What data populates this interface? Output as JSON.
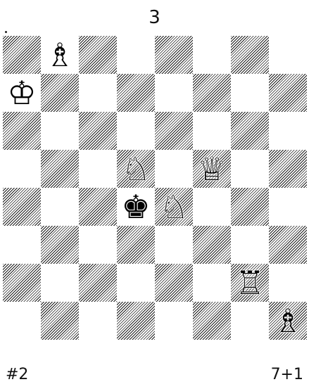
{
  "problem": {
    "number": "3",
    "stipulation": "#2",
    "piece_count": "7+1"
  },
  "board": {
    "pieces": [
      {
        "square": "b8",
        "color": "white",
        "type": "bishop",
        "icon": "white-bishop-icon",
        "glyph": "♗"
      },
      {
        "square": "a7",
        "color": "white",
        "type": "king",
        "icon": "white-king-icon",
        "glyph": "♔"
      },
      {
        "square": "d5",
        "color": "white",
        "type": "knight",
        "icon": "white-knight-icon",
        "glyph": "♘"
      },
      {
        "square": "f5",
        "color": "white",
        "type": "queen",
        "icon": "white-queen-icon",
        "glyph": "♕"
      },
      {
        "square": "d4",
        "color": "black",
        "type": "king",
        "icon": "black-king-icon",
        "glyph": "♚"
      },
      {
        "square": "e4",
        "color": "white",
        "type": "knight",
        "icon": "white-knight-icon",
        "glyph": "♘"
      },
      {
        "square": "g2",
        "color": "white",
        "type": "rook",
        "icon": "white-rook-icon",
        "glyph": "♖"
      },
      {
        "square": "h1",
        "color": "white",
        "type": "bishop",
        "icon": "white-bishop-icon",
        "glyph": "♗"
      }
    ]
  },
  "colors": {
    "background": "#ffffff",
    "hatching": "#1a1a1a"
  }
}
